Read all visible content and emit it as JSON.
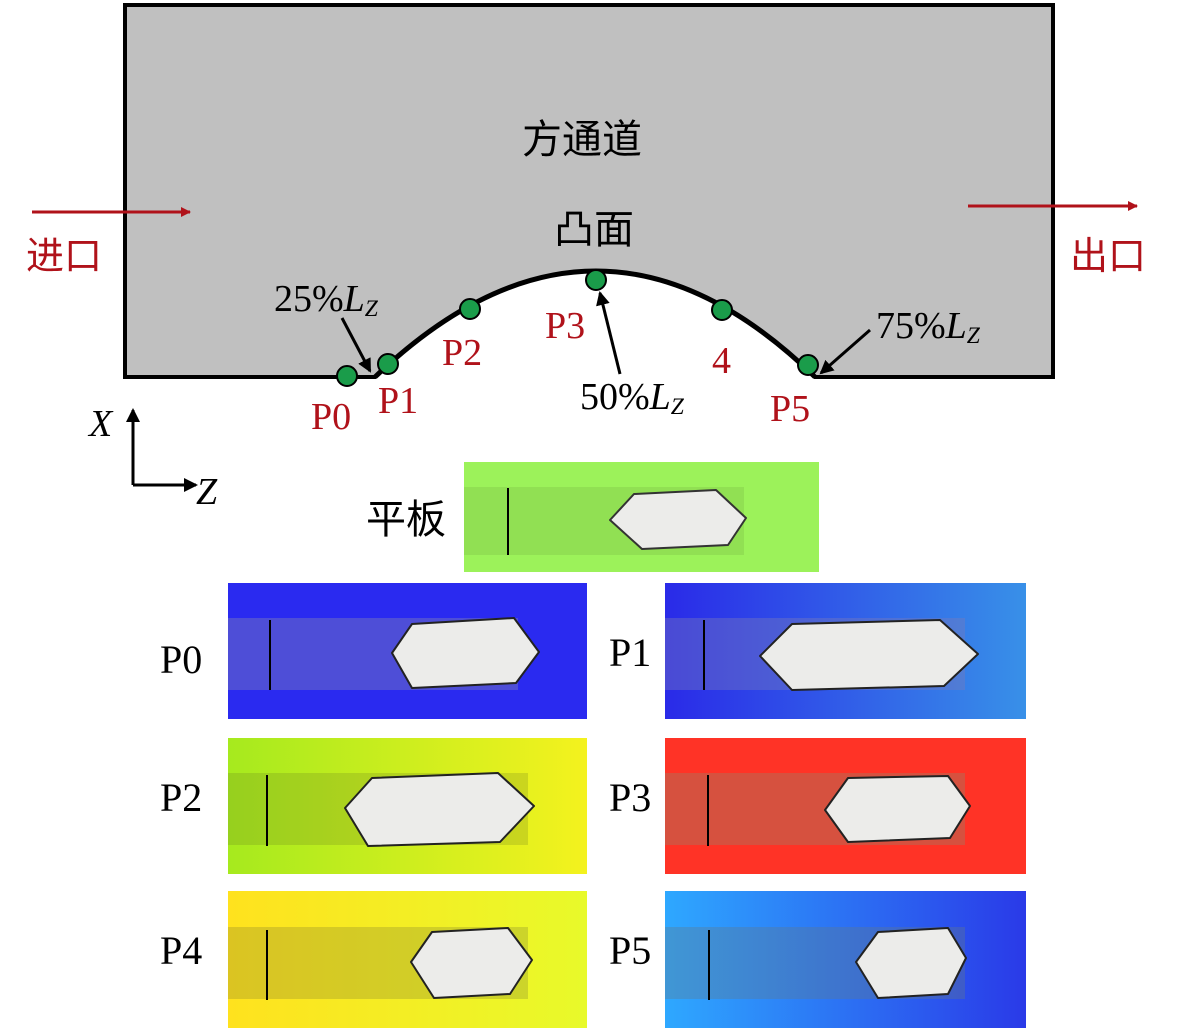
{
  "channel": {
    "title": "方通道",
    "bump_label": "凸面",
    "inlet_label": "进口",
    "outlet_label": "出口",
    "channel_color": "#c0c0c0",
    "arrow_color": "#b0121a"
  },
  "points": {
    "p0": "P0",
    "p1": "P1",
    "p2": "P2",
    "p3": "P3",
    "p4": "4",
    "p5": "P5",
    "marker_color": "#1a9c4a"
  },
  "annotations": {
    "a25_pct": "25%",
    "a50_pct": "50%",
    "a75_pct": "75%",
    "L": "L",
    "Z_sub": "Z"
  },
  "axes": {
    "x": "X",
    "z": "Z"
  },
  "panels": {
    "flat": "平板",
    "p0": "P0",
    "p1": "P1",
    "p2": "P2",
    "p3": "P3",
    "p4": "P4",
    "p5": "P5"
  },
  "panel_colors": {
    "flat": [
      "#9cf25a",
      "#9cf25a"
    ],
    "p0": [
      "#2a2af0",
      "#2a2af0"
    ],
    "p1": [
      "#2a2ae8",
      "#3890e8"
    ],
    "p2": [
      "#a6ea1e",
      "#f4f21e"
    ],
    "p3": [
      "#ff3326",
      "#ff3326"
    ],
    "p4": [
      "#ffe21e",
      "#e8fa2a"
    ],
    "p5": [
      "#2ea8ff",
      "#2a3ae8"
    ]
  }
}
